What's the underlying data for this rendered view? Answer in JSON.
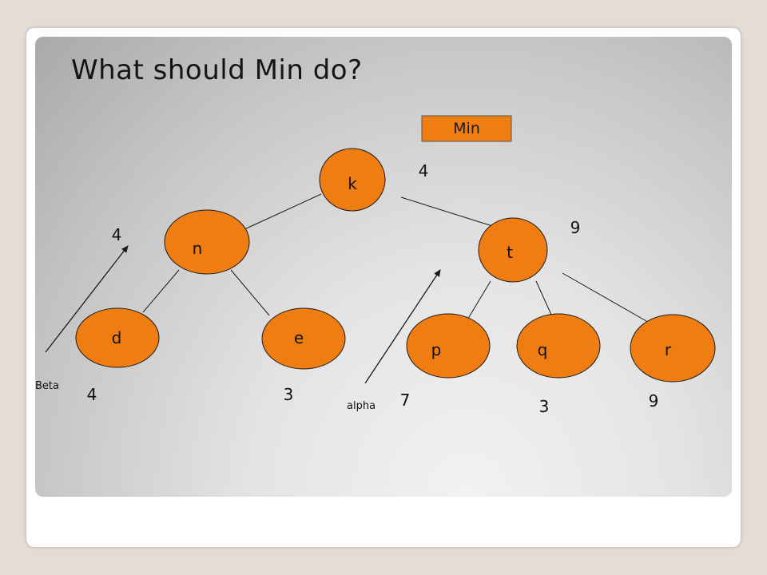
{
  "slide": {
    "title": "What should Min do?"
  },
  "diagram": {
    "player_label": "Min",
    "nodes": {
      "k": "k",
      "n": "n",
      "t": "t",
      "d": "d",
      "e": "e",
      "p": "p",
      "q": "q",
      "r": "r"
    },
    "values": {
      "k": "4",
      "n": "4",
      "t": "9",
      "d": "4",
      "e": "3",
      "p": "7",
      "q": "3",
      "r": "9"
    },
    "arrow_labels": {
      "beta": "Beta",
      "alpha": "alpha"
    }
  },
  "colors": {
    "node_fill": "#ef7d12",
    "outer_background": "#e4ddd3"
  }
}
